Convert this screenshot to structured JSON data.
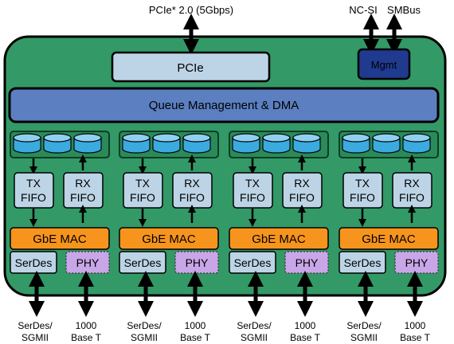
{
  "top_labels": {
    "pcie_bus": "PCIe* 2.0 (5Gbps)",
    "ncsi": "NC-SI",
    "smbus": "SMBus"
  },
  "blocks": {
    "pcie": "PCIe",
    "mgmt": "Mgmt",
    "queue": "Queue Management & DMA"
  },
  "ports": [
    {
      "tx_line1": "TX",
      "tx_line2": "FIFO",
      "rx_line1": "RX",
      "rx_line2": "FIFO",
      "mac": "GbE MAC",
      "serdes": "SerDes",
      "phy": "PHY",
      "serdes_label1": "SerDes/",
      "serdes_label2": "SGMII",
      "phy_label1": "1000",
      "phy_label2": "Base T"
    },
    {
      "tx_line1": "TX",
      "tx_line2": "FIFO",
      "rx_line1": "RX",
      "rx_line2": "FIFO",
      "mac": "GbE MAC",
      "serdes": "SerDes",
      "phy": "PHY",
      "serdes_label1": "SerDes/",
      "serdes_label2": "SGMII",
      "phy_label1": "1000",
      "phy_label2": "Base T"
    },
    {
      "tx_line1": "TX",
      "tx_line2": "FIFO",
      "rx_line1": "RX",
      "rx_line2": "FIFO",
      "mac": "GbE MAC",
      "serdes": "SerDes",
      "phy": "PHY",
      "serdes_label1": "SerDes/",
      "serdes_label2": "SGMII",
      "phy_label1": "1000",
      "phy_label2": "Base T"
    },
    {
      "tx_line1": "TX",
      "tx_line2": "FIFO",
      "rx_line1": "RX",
      "rx_line2": "FIFO",
      "mac": "GbE MAC",
      "serdes": "SerDes",
      "phy": "PHY",
      "serdes_label1": "SerDes/",
      "serdes_label2": "SGMII",
      "phy_label1": "1000",
      "phy_label2": "Base T"
    }
  ],
  "colors": {
    "chip_body": "#339966",
    "pcie_block": "#bcd4e6",
    "mgmt_block": "#1f3a8f",
    "queue_block": "#5b7fc0",
    "fifo_block": "#bcd4e6",
    "disk": "#3aaadf",
    "mac_block": "#f7941d",
    "serdes_block": "#bcd4e6",
    "phy_block": "#c9a6e8"
  }
}
